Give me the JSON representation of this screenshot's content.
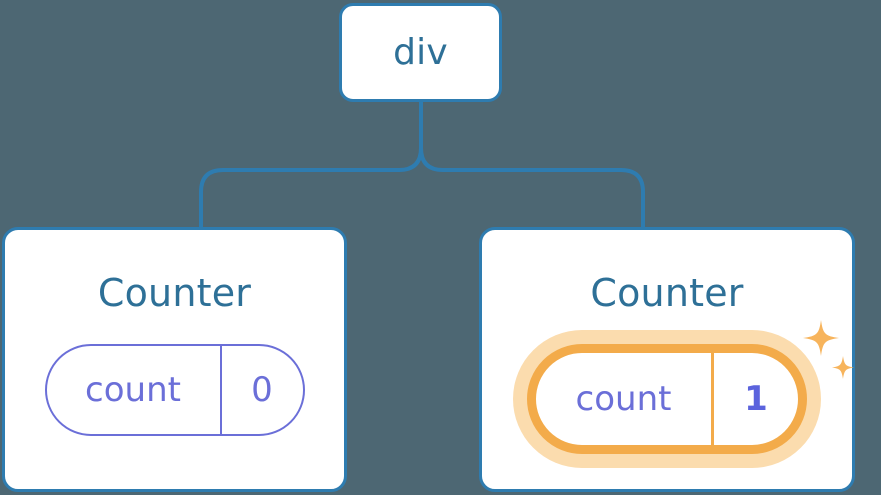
{
  "diagram": {
    "type": "component-tree",
    "background_color": "#4d6773",
    "connector_color": "#2e7cb0"
  },
  "root": {
    "label": "div",
    "border_color": "#2e7cb0",
    "text_color": "#2e7097"
  },
  "children": [
    {
      "title": "Counter",
      "title_color": "#2e7097",
      "state": {
        "key": "count",
        "value": "0"
      },
      "highlighted": false,
      "pill_border_color": "#6b6fd8",
      "pill_text_color": "#6b6fd8"
    },
    {
      "title": "Counter",
      "title_color": "#2e7097",
      "state": {
        "key": "count",
        "value": "1"
      },
      "highlighted": true,
      "pill_border_color": "#f3ab4a",
      "pill_glow_color": "#fbdcae",
      "pill_key_color": "#6b6fd8",
      "pill_value_color": "#5b63dd",
      "sparkle_color": "#f7b45c"
    }
  ]
}
